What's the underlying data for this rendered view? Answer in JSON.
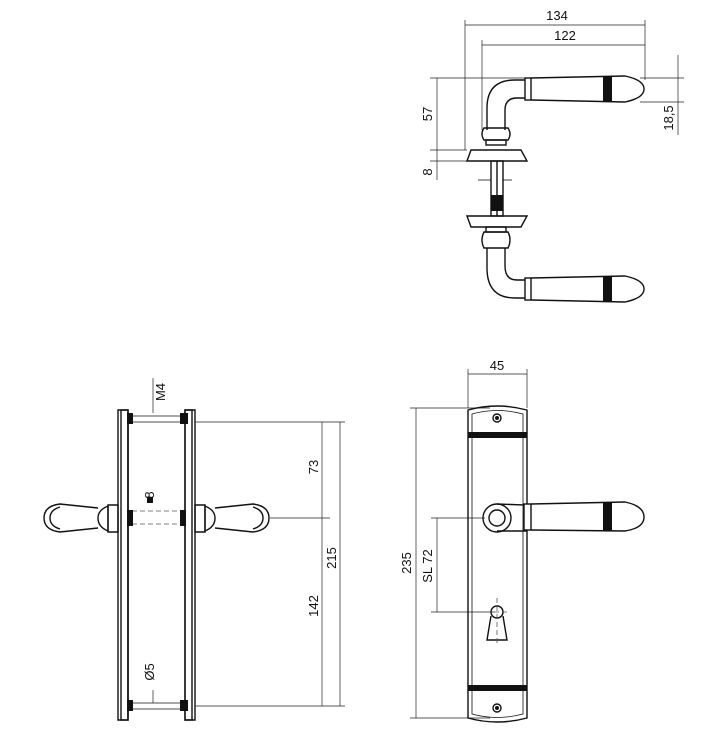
{
  "top_view": {
    "dims": {
      "overall_width": "134",
      "lever_width": "122",
      "height": "57",
      "rose_thickness": "8",
      "grip_diameter": "18,5"
    }
  },
  "side_view": {
    "dims": {
      "screw_thread": "M4",
      "spindle_square": "8",
      "upper_distance": "73",
      "total_distance": "215",
      "lower_distance": "142",
      "hole_diameter": "Ø5"
    }
  },
  "front_view": {
    "dims": {
      "plate_width": "45",
      "plate_height": "235",
      "center_distance": "SL 72"
    }
  }
}
